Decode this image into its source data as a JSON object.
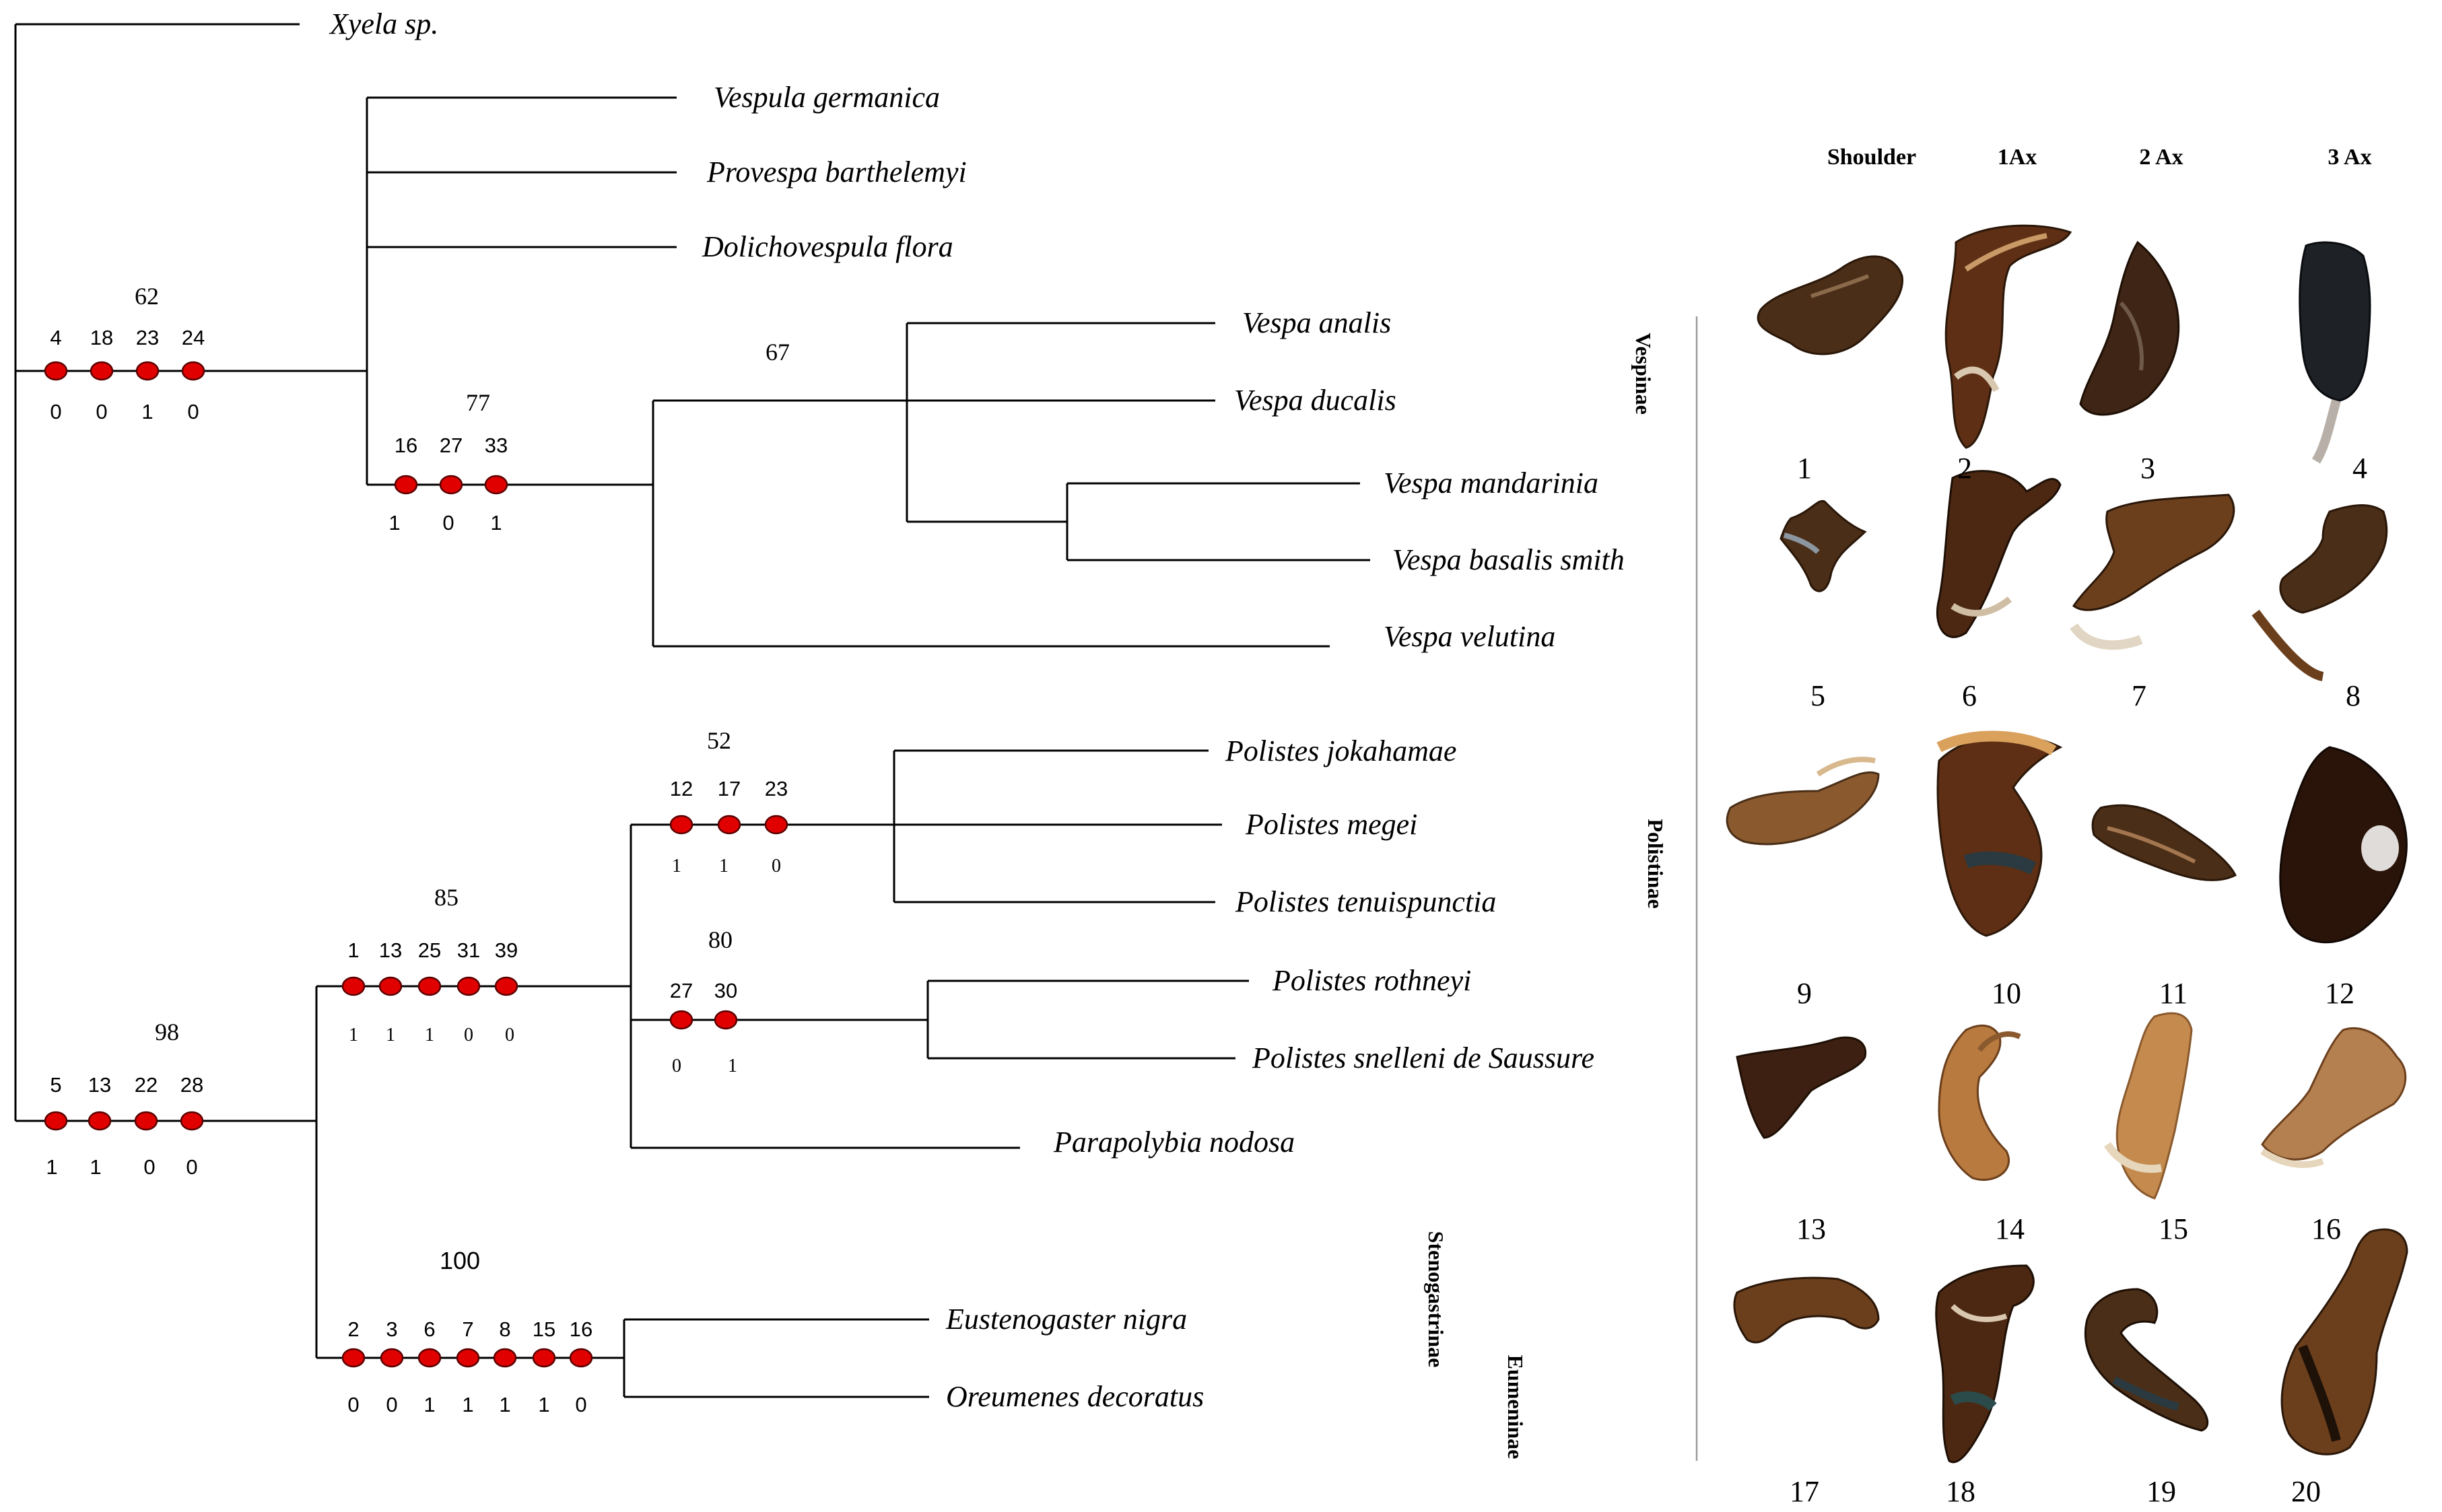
{
  "taxa": {
    "xyela": "Xyela sp.",
    "vespula_germanica": "Vespula germanica",
    "provespa_barthelemyi": "Provespa barthelemyi",
    "dolichovespula_flora": "Dolichovespula flora",
    "vespa_analis": "Vespa analis",
    "vespa_ducalis": "Vespa ducalis",
    "vespa_mandarinia": "Vespa mandarinia",
    "vespa_basalis_smith": "Vespa basalis smith",
    "vespa_velutina": "Vespa velutina",
    "polistes_jokahamae": "Polistes jokahamae",
    "polistes_megei": "Polistes megei",
    "polistes_tenuispunctia": "Polistes tenuispunctia",
    "polistes_rothneyi": "Polistes rothneyi",
    "polistes_snelleni": "Polistes snelleni de Saussure",
    "parapolybia_nodosa": "Parapolybia nodosa",
    "eustenogaster_nigra": "Eustenogaster nigra",
    "oreumenes_decoratus": "Oreumenes decoratus"
  },
  "nodes": {
    "n62": {
      "support": "62",
      "chars": [
        "4",
        "18",
        "23",
        "24"
      ],
      "states": [
        "0",
        "0",
        "1",
        "0"
      ]
    },
    "n77": {
      "support": "77",
      "chars": [
        "16",
        "27",
        "33"
      ],
      "states": [
        "1",
        "0",
        "1"
      ]
    },
    "n67": {
      "support": "67"
    },
    "n52": {
      "support": "52",
      "chars": [
        "12",
        "17",
        "23"
      ],
      "states": [
        "1",
        "1",
        "0"
      ]
    },
    "n85": {
      "support": "85",
      "chars": [
        "1",
        "13",
        "25",
        "31",
        "39"
      ],
      "states": [
        "1",
        "1",
        "1",
        "0",
        "0"
      ]
    },
    "n80": {
      "support": "80",
      "chars": [
        "27",
        "30"
      ],
      "states": [
        "0",
        "1"
      ]
    },
    "n98": {
      "support": "98",
      "chars": [
        "5",
        "13",
        "22",
        "28"
      ],
      "states": [
        "1",
        "1",
        "0",
        "0"
      ]
    },
    "n100": {
      "support": "100",
      "chars": [
        "2",
        "3",
        "6",
        "7",
        "8",
        "15",
        "16"
      ],
      "states": [
        "0",
        "0",
        "1",
        "1",
        "1",
        "1",
        "0"
      ]
    }
  },
  "subfamilies": {
    "vespinae": "Vespinae",
    "polistinae": "Polistinae",
    "stenogastrinae": "Stenogastrinae",
    "eumeninae": "Eumeninae"
  },
  "headers": {
    "shoulder": "Shoulder",
    "ax1": "1Ax",
    "ax2": "2 Ax",
    "ax3": "3 Ax"
  },
  "figure_numbers": [
    "1",
    "2",
    "3",
    "4",
    "5",
    "6",
    "7",
    "8",
    "9",
    "10",
    "11",
    "12",
    "13",
    "14",
    "15",
    "16",
    "17",
    "18",
    "19",
    "20"
  ],
  "colors": {
    "node_dot": "#e10000",
    "sclerite_dark": "#2e1a0e",
    "sclerite_brown": "#6b3f1c",
    "sclerite_pale": "#c9a06a"
  }
}
